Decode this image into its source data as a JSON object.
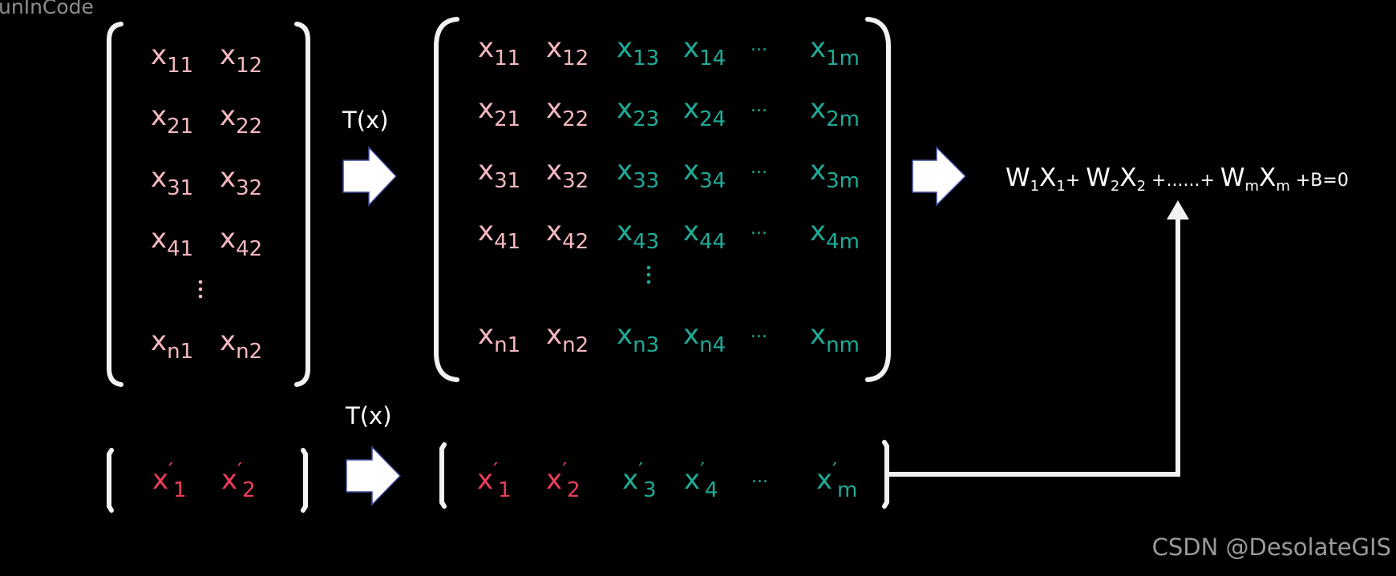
{
  "colors": {
    "background": "#000000",
    "pink": "#f4b8be",
    "teal": "#1eab98",
    "red": "#ef3d5a",
    "white": "#ffffff",
    "bracket": "#f2f2f2",
    "corner_text": "#8c8c8c"
  },
  "corner_text_top_left": "unInCode",
  "watermark": "CSDN @DesolateGIS",
  "transform_label_top": "T(x)",
  "transform_label_bottom": "T(x)",
  "ellipsis": "...",
  "equation": {
    "terms": [
      {
        "base": "W",
        "sub": "1"
      },
      {
        "base": "X",
        "sub": "1"
      },
      {
        "text": "+ "
      },
      {
        "base": "W",
        "sub": "2"
      },
      {
        "base": "X",
        "sub": "2"
      },
      {
        "text": " +......+ "
      },
      {
        "base": "W",
        "sub": "m"
      },
      {
        "base": "X",
        "sub": "m"
      },
      {
        "text": " +B=0"
      }
    ]
  },
  "left_matrix": {
    "rows": [
      [
        "11",
        "12"
      ],
      [
        "21",
        "22"
      ],
      [
        "31",
        "32"
      ],
      [
        "41",
        "42"
      ],
      [
        "n1",
        "n2"
      ]
    ]
  },
  "right_matrix": {
    "rows": [
      [
        "11",
        "12",
        "13",
        "14",
        "...",
        "1m"
      ],
      [
        "21",
        "22",
        "23",
        "24",
        "...",
        "2m"
      ],
      [
        "31",
        "32",
        "33",
        "34",
        "...",
        "3m"
      ],
      [
        "41",
        "42",
        "43",
        "44",
        "...",
        "4m"
      ],
      [
        "n1",
        "n2",
        "n3",
        "n4",
        "...",
        "nm"
      ]
    ],
    "pink_columns": 2
  },
  "left_vector": {
    "subs": [
      "1",
      "2"
    ]
  },
  "right_vector": {
    "subs": [
      "1",
      "2",
      "3",
      "4",
      "...",
      "m"
    ],
    "red_columns": 2
  }
}
